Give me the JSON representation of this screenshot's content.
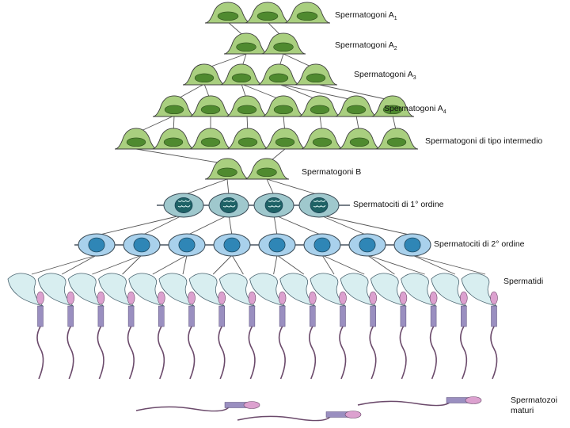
{
  "labels": {
    "a1": "Spermatogoni A",
    "a1_sub": "1",
    "a2": "Spermatogoni A",
    "a2_sub": "2",
    "a3": "Spermatogoni A",
    "a3_sub": "3",
    "a4": "Spermatogoni A",
    "a4_sub": "4",
    "intermediate": "Spermatogoni di tipo intermedio",
    "b": "Spermatogoni B",
    "primary": "Spermatociti di 1° ordine",
    "secondary": "Spermatociti di 2° ordine",
    "spermatids": "Spermatidi",
    "mature_line1": "Spermatozoi",
    "mature_line2": "maturi"
  },
  "colors": {
    "spermatogonium_fill": "#a9cf7f",
    "spermatogonium_nucleus": "#4f8a2f",
    "primary_fill": "#9fc8cd",
    "primary_nucleus": "#1f6266",
    "secondary_fill": "#a9d1ec",
    "secondary_nucleus": "#2f86b6",
    "spermatid_fill": "#d8eef0",
    "sperm_head": "#dca1cf",
    "sperm_midpiece": "#9a8fc0",
    "tail": "#6b4a6b"
  }
}
